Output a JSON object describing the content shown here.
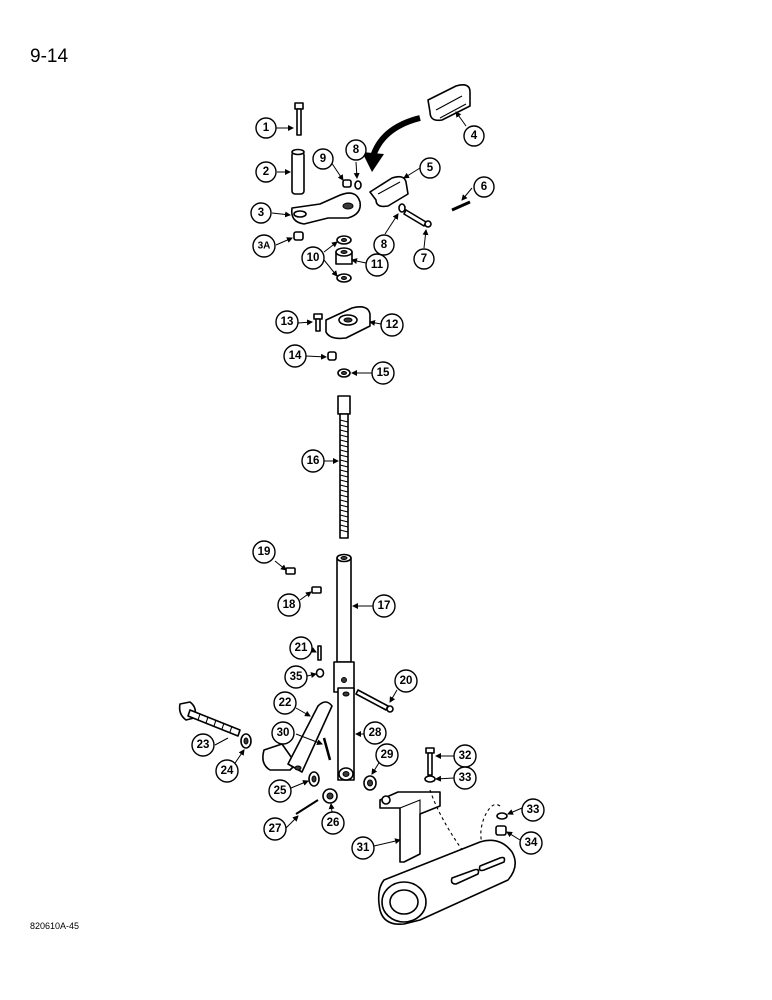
{
  "page_number": "9-14",
  "figure_code": "820610A-45",
  "callouts": [
    "1",
    "2",
    "3",
    "3A",
    "4",
    "5",
    "6",
    "7",
    "8",
    "8",
    "9",
    "10",
    "11",
    "12",
    "13",
    "14",
    "15",
    "16",
    "17",
    "18",
    "19",
    "20",
    "21",
    "22",
    "23",
    "24",
    "25",
    "26",
    "27",
    "28",
    "29",
    "30",
    "31",
    "32",
    "33",
    "33",
    "34",
    "35"
  ]
}
